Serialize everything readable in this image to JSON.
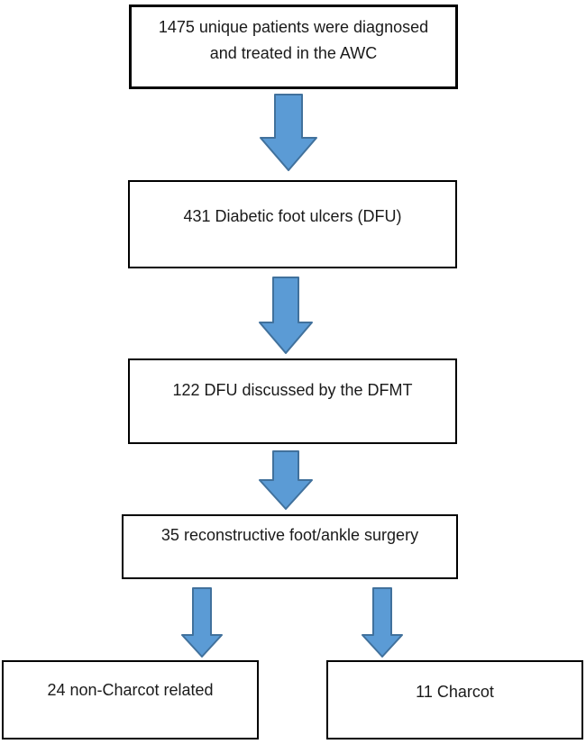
{
  "diagram": {
    "type": "flowchart",
    "nodes": [
      {
        "id": "patients",
        "label": "1475 unique patients were diagnosed and treated in the AWC"
      },
      {
        "id": "dfu",
        "label": "431 Diabetic foot ulcers (DFU)"
      },
      {
        "id": "dfmt",
        "label": "122 DFU discussed by the DFMT"
      },
      {
        "id": "surgery",
        "label": "35 reconstructive foot/ankle surgery"
      },
      {
        "id": "non-charcot",
        "label": "24 non-Charcot related"
      },
      {
        "id": "charcot",
        "label": "11 Charcot"
      }
    ],
    "edges": [
      {
        "from": "patients",
        "to": "dfu"
      },
      {
        "from": "dfu",
        "to": "dfmt"
      },
      {
        "from": "dfmt",
        "to": "surgery"
      },
      {
        "from": "surgery",
        "to": "non-charcot"
      },
      {
        "from": "surgery",
        "to": "charcot"
      }
    ],
    "colors": {
      "arrow_fill": "#5B9BD5",
      "arrow_stroke": "#41719C",
      "box_border": "#000000",
      "background": "#FFFFFF",
      "text": "#1A1A1A"
    }
  }
}
